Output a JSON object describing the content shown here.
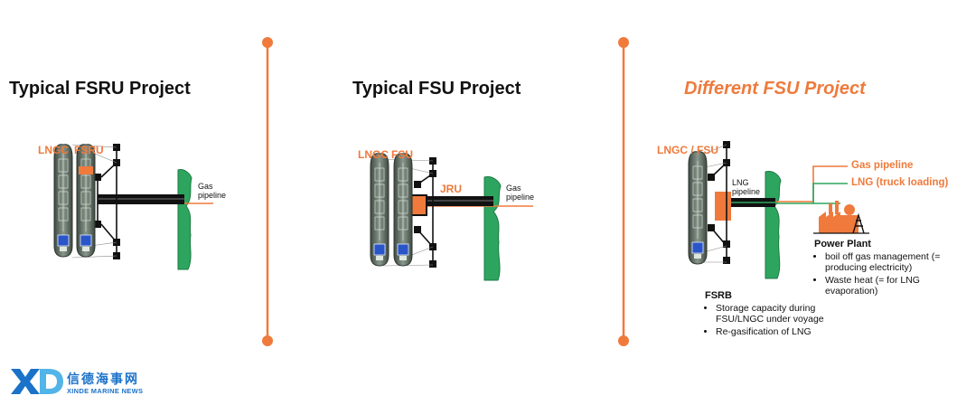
{
  "panels": [
    {
      "title": "Typical FSRU Project",
      "vessel_labels": [
        "LNGC",
        "FSRU"
      ],
      "pipeline_label": [
        "Gas",
        "pipeline"
      ]
    },
    {
      "title": "Typical FSU Project",
      "vessel_labels": [
        "LNGC",
        "FSU"
      ],
      "unit_label": "JRU",
      "pipeline_label": [
        "Gas",
        "pipeline"
      ]
    },
    {
      "title": "Different FSU Project",
      "vessel_labels": [
        "LNGC / FSU"
      ],
      "pipeline_label": [
        "LNG",
        "pipeline"
      ],
      "outputs": [
        "Gas pipeline",
        "LNG (truck loading)"
      ],
      "power_plant": {
        "title": "Power Plant",
        "bullets": [
          "boil off gas management (= producing electricity)",
          "Waste heat (= for LNG evaporation)"
        ]
      },
      "fsrb": {
        "title": "FSRB",
        "bullets": [
          "Storage capacity during FSU/LNGC under voyage",
          "Re-gasification of LNG"
        ]
      }
    }
  ],
  "logo": {
    "mark": "XD",
    "chinese": "信德海事网",
    "english": "XINDE MARINE NEWS"
  },
  "colors": {
    "accent": "#ef7a3c",
    "shore": "#2ea55f",
    "pipe": "#111111",
    "hull": "#5f6d62",
    "logo": "#1b72c9"
  }
}
